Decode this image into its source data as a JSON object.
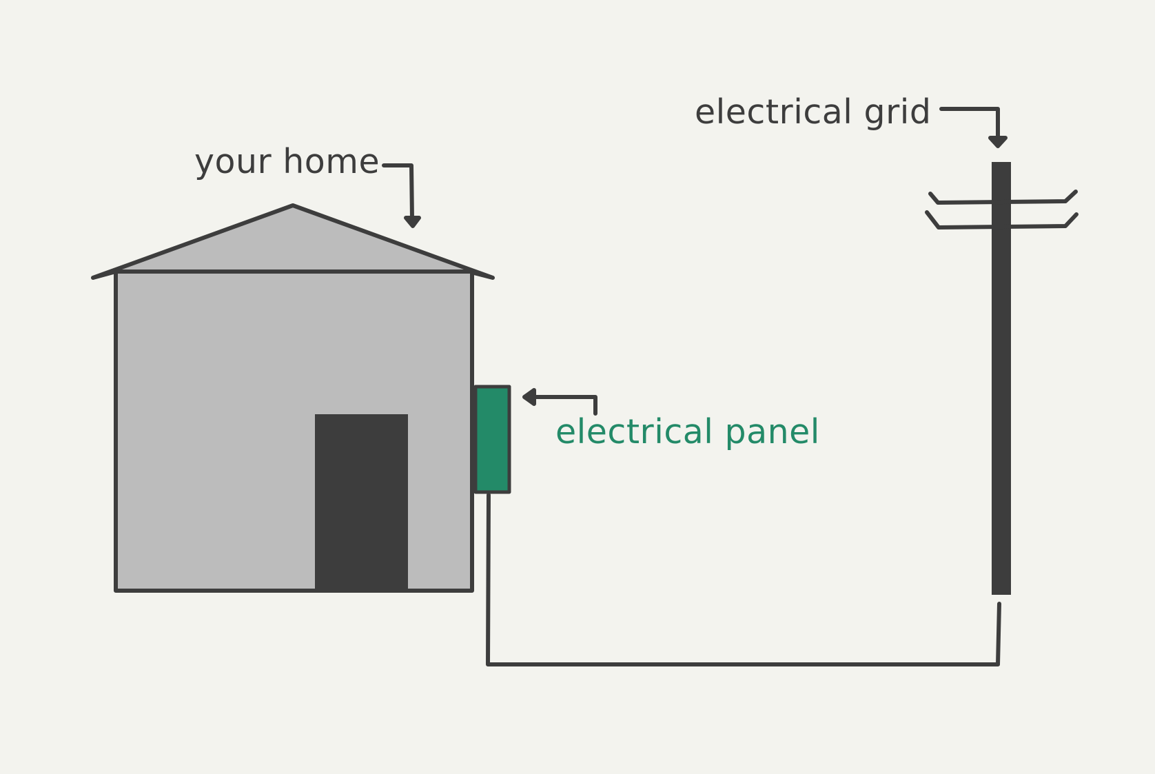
{
  "labels": {
    "home": "your home",
    "grid": "electrical grid",
    "panel": "electrical panel"
  },
  "colors": {
    "background": "#f3f3ee",
    "outline": "#3d3d3d",
    "house_fill": "#bcbcbc",
    "panel_fill": "#238a68"
  }
}
